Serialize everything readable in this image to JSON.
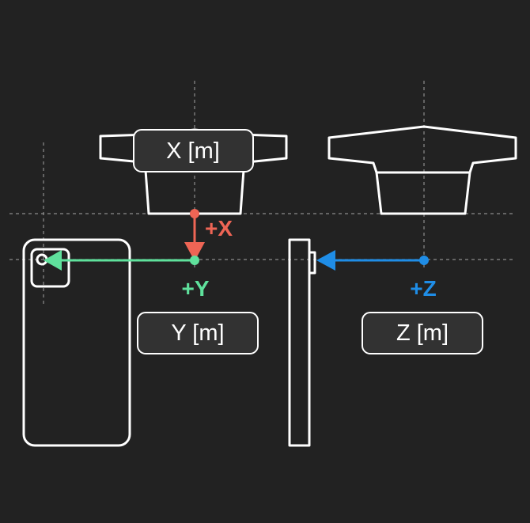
{
  "labels": {
    "x_box": "X [m]",
    "y_box": "Y [m]",
    "z_box": "Z [m]"
  },
  "axes": {
    "x": {
      "label": "+X",
      "color": "#ee6555"
    },
    "y": {
      "label": "+Y",
      "color": "#5fe19c"
    },
    "z": {
      "label": "+Z",
      "color": "#1f8de6"
    }
  },
  "colors": {
    "background": "#222222",
    "outline": "#ffffff",
    "label_fill": "#323232",
    "guide": "#8c8c8c"
  }
}
